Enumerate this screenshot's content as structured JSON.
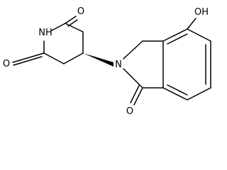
{
  "molecule": {
    "atoms": [
      {
        "id": "o1",
        "label": "O"
      },
      {
        "id": "nh",
        "label": "NH"
      },
      {
        "id": "o2",
        "label": "O"
      },
      {
        "id": "n",
        "label": "N"
      },
      {
        "id": "oh",
        "label": "OH"
      },
      {
        "id": "o3",
        "label": "O"
      }
    ],
    "colors": {
      "bond": "#000000",
      "text": "#000000",
      "background": "#ffffff"
    }
  }
}
